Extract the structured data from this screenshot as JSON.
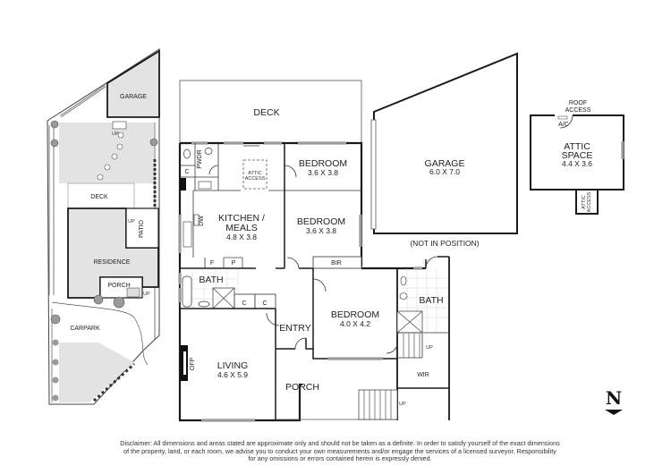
{
  "site_plan": {
    "labels": {
      "garage": "GARAGE",
      "deck": "DECK",
      "residence": "RESIDENCE",
      "patio": "PATIO",
      "porch": "PORCH",
      "carpark": "CARPARK",
      "up_1": "UP",
      "up_2": "UP",
      "up_3": "UP"
    }
  },
  "main_house": {
    "deck": {
      "name": "DECK"
    },
    "pwdr": {
      "name": "PWDR"
    },
    "cupboard_c": "C",
    "attic_access": {
      "line1": "ATTIC",
      "line2": "ACCESS"
    },
    "bedroom_1": {
      "name": "BEDROOM",
      "dims": "3.6 X 3.8"
    },
    "bedroom_2": {
      "name": "BEDROOM",
      "dims": "3.6 X 3.8"
    },
    "kitchen": {
      "line1": "KITCHEN /",
      "line2": "MEALS",
      "dims": "4.8 X 3.8"
    },
    "dw": "DW",
    "fridge": "F",
    "pantry": "P",
    "bir": "BIR",
    "bath_1": {
      "name": "BATH"
    },
    "linen_1": "C",
    "linen_2": "C",
    "entry": {
      "name": "ENTRY"
    },
    "bedroom_3": {
      "name": "BEDROOM",
      "dims": "4.0 X 4.2"
    },
    "bath_2": {
      "name": "BATH"
    },
    "wir": {
      "name": "WIR"
    },
    "stairs_up_1": "UP",
    "stairs_up_2": "UP",
    "living": {
      "name": "LIVING",
      "dims": "4.6 X 5.9"
    },
    "ofp": "OFP",
    "porch": {
      "name": "PORCH"
    }
  },
  "garage": {
    "name": "GARAGE",
    "dims": "6.0 X 7.0",
    "note": "(NOT IN POSITION)"
  },
  "attic": {
    "roof_access_line1": "ROOF",
    "roof_access_line2": "ACCESS",
    "ac": "A/C",
    "line1": "ATTIC",
    "line2": "SPACE",
    "dims": "4.4 X 3.6",
    "access_line1": "ATTIC",
    "access_line2": "ACCESS"
  },
  "compass": {
    "label": "N"
  },
  "disclaimer": {
    "line1": "Disclaimer: All dimensions and areas stated are approximate only and should not be taken as a definite. In order to satisfy yourself of the exact dimensions",
    "line2": "of the property, land, or each room, we advise you to conduct your own measurements and/or engage the services of a licensed surveyor. Responsibility",
    "line3": "for any omissions or errors contained herein is expressly denied."
  },
  "colors": {
    "wall": "#1a1a1a",
    "window": "#9a9a9a",
    "site_fill": "#e3e3e3",
    "background": "#ffffff"
  }
}
